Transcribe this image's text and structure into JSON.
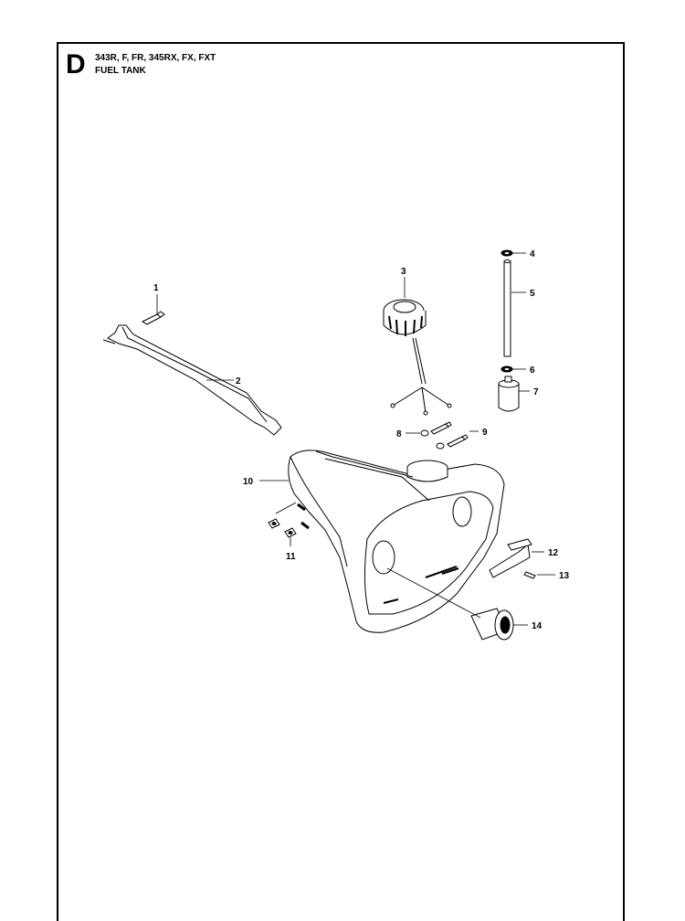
{
  "header": {
    "section_letter": "D",
    "models": "343R, F, FR, 345RX, FX, FXT",
    "title": "FUEL TANK"
  },
  "callouts": [
    "1",
    "2",
    "3",
    "4",
    "5",
    "6",
    "7",
    "8",
    "9",
    "10",
    "11",
    "12",
    "13",
    "14"
  ]
}
